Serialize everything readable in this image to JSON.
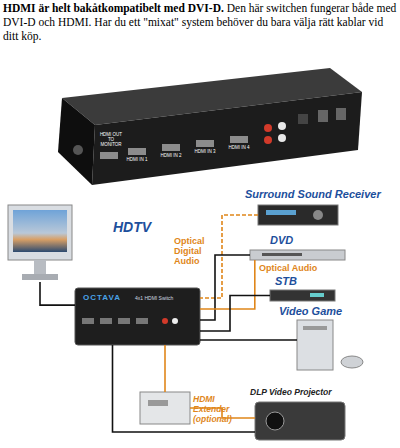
{
  "diagram": {
    "title": "HDMI är helt bakåtkompatibelt med DVI-D.",
    "nodes": [
      {
        "text": [
          "HDTV"
        ]
      },
      {
        "text": [
          "Surround Sound Receiver"
        ]
      },
      {
        "text": [
          "DVD"
        ]
      },
      {
        "text": [
          "STB"
        ]
      },
      {
        "text": [
          "Video Game"
        ]
      },
      {
        "text": [
          "OCTAVA",
          "4x1 HDMI Switch"
        ]
      },
      {
        "text": [
          "HDMI Extender (optional)"
        ]
      },
      {
        "text": [
          "DLP Video Projector"
        ]
      }
    ],
    "edges": [
      {
        "from": 5,
        "to": 0,
        "arrow": "none"
      },
      {
        "from": 1,
        "to": 5,
        "label": "Optical Digital Audio",
        "arrow": "none"
      },
      {
        "from": 2,
        "to": 5,
        "arrow": "none"
      },
      {
        "from": 2,
        "to": 5,
        "label": "Optical Audio",
        "arrow": "none"
      },
      {
        "from": 3,
        "to": 5,
        "arrow": "none"
      },
      {
        "from": 4,
        "to": 5,
        "arrow": "none"
      },
      {
        "from": 5,
        "to": 6,
        "arrow": "none"
      },
      {
        "from": 6,
        "to": 7,
        "arrow": "none"
      },
      {
        "from": 5,
        "to": 7,
        "arrow": "none"
      }
    ],
    "labels": [
      "Den här switchen fungerar både med DVI-D och HDMI. Har du ett \"mixat\" system behöver du bara välja rätt kablar vid ditt köp.",
      "HDMI OUT TO MONITOR",
      "HDMI IN 1",
      "HDMI IN 2",
      "HDMI IN 3",
      "HDMI IN 4"
    ]
  }
}
